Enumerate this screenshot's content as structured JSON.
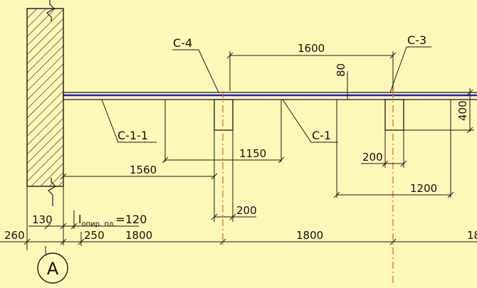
{
  "drawing": {
    "colors": {
      "background": "#fdf7b8",
      "line": "#1a1a1a",
      "slab_edge": "#1e1ec8",
      "center_line": "#e26a3a"
    },
    "labels": {
      "c4": "С-4",
      "c3": "С-3",
      "c11": "С-1-1",
      "c1": "С-1"
    },
    "dimensions": {
      "d1600": "1600",
      "d80": "80",
      "d400": "400",
      "d1150": "1150",
      "d200_right": "200",
      "d1560": "1560",
      "d1200": "1200",
      "d200_left": "200",
      "d130": "130",
      "l_support_main": "l",
      "l_support_sub": "опир. пл.",
      "l_support_value": "=120",
      "d260": "260",
      "d250": "250",
      "d1800_a": "1800",
      "d1800_b": "1800",
      "d18_cut": "18"
    },
    "axis": {
      "label": "А"
    }
  }
}
